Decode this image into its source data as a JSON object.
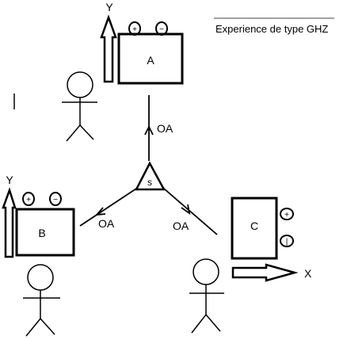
{
  "title": "Experience de type GHZ",
  "boxes": {
    "a": {
      "label": "A",
      "axis": "Y",
      "terminals": [
        "+",
        "−"
      ]
    },
    "b": {
      "label": "B",
      "axis": "Y",
      "terminals": [
        "+",
        "−"
      ]
    },
    "c": {
      "label": "C",
      "axis": "X",
      "terminals": [
        "+",
        "|"
      ]
    }
  },
  "source": {
    "label": "s"
  },
  "paths": {
    "to_a": "OA",
    "to_b": "OA",
    "to_c": "OA"
  }
}
